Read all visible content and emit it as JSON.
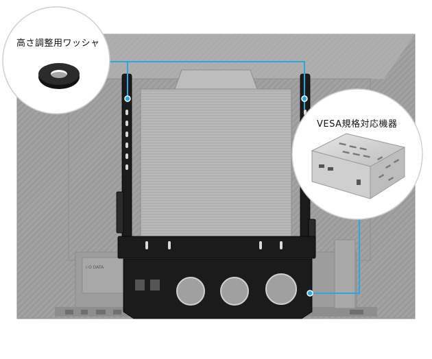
{
  "callouts": {
    "washer": {
      "label": "高さ調整用ワッシャ",
      "icon": "washer-icon"
    },
    "vesa": {
      "label": "VESA規格対応機器",
      "icon": "mini-pc-icon"
    }
  },
  "monitor": {
    "brand": "I-O DATA"
  },
  "colors": {
    "connector": "#2aa7df",
    "monitor": "#9a9a9a",
    "bracket": "#1b1b1b"
  }
}
